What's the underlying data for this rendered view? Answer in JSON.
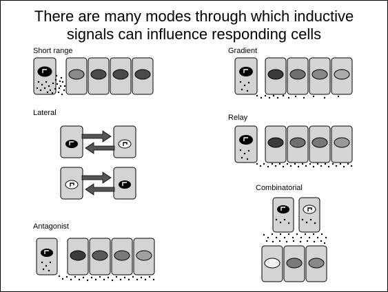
{
  "slide": {
    "title_line1": "There are many modes through which inductive",
    "title_line2": "signals can influence responding cells"
  },
  "panels": {
    "short_range": "Short range",
    "lateral": "Lateral",
    "antagonist": "Antagonist",
    "gradient": "Gradient",
    "relay": "Relay",
    "combinatorial": "Combinatorial"
  },
  "colors": {
    "cell_fill": "#d4d4d4",
    "nucleus_black": "#000000",
    "nucleus_dark": "#3a3a3a",
    "nucleus_mid": "#707070",
    "nucleus_light": "#a8a8a8",
    "nucleus_white": "#ffffff",
    "arrow_fill": "#555555"
  }
}
